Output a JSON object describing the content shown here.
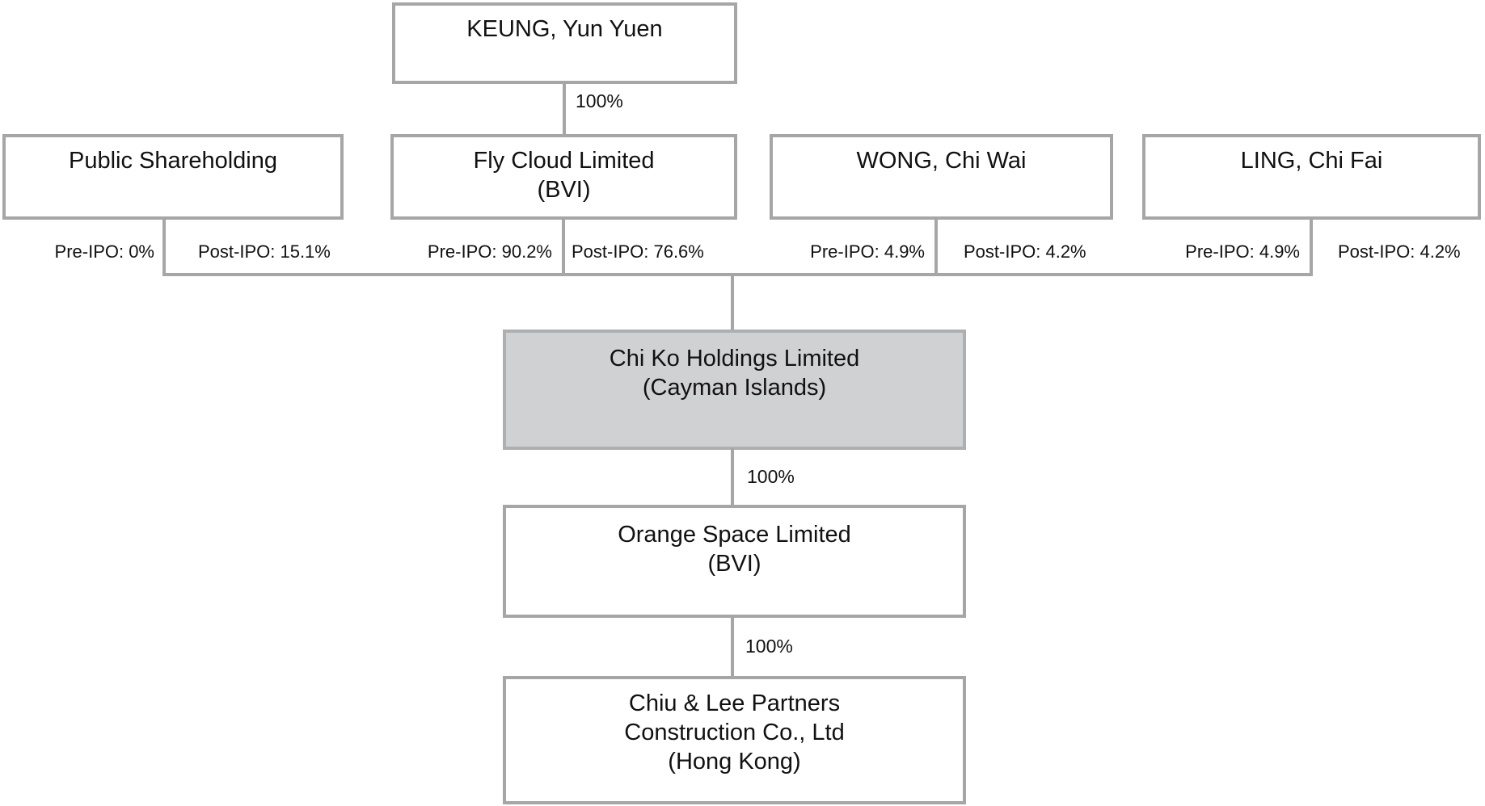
{
  "diagram": {
    "title": "Shareholding structure chart",
    "nodes": {
      "keung": {
        "lines": [
          "KEUNG, Yun Yuen"
        ]
      },
      "public": {
        "lines": [
          "Public Shareholding"
        ],
        "pre_ipo": "Pre-IPO: 0%",
        "post_ipo": "Post-IPO: 15.1%"
      },
      "flycloud": {
        "lines": [
          "Fly Cloud Limited",
          "(BVI)"
        ],
        "pre_ipo": "Pre-IPO: 90.2%",
        "post_ipo": "Post-IPO: 76.6%"
      },
      "wong": {
        "lines": [
          "WONG, Chi Wai"
        ],
        "pre_ipo": "Pre-IPO: 4.9%",
        "post_ipo": "Post-IPO: 4.2%"
      },
      "ling": {
        "lines": [
          "LING, Chi Fai"
        ],
        "pre_ipo": "Pre-IPO: 4.9%",
        "post_ipo": "Post-IPO: 4.2%"
      },
      "chiko": {
        "lines": [
          "Chi Ko Holdings Limited",
          "(Cayman Islands)"
        ],
        "highlighted": true
      },
      "orange": {
        "lines": [
          "Orange Space Limited",
          "(BVI)"
        ]
      },
      "chiulee": {
        "lines": [
          "Chiu & Lee Partners",
          "Construction Co., Ltd",
          "(Hong Kong)"
        ]
      }
    },
    "edges": {
      "keung_to_flycloud": "100%",
      "chiko_to_orange": "100%",
      "orange_to_chiulee": "100%"
    },
    "colors": {
      "connector_line": "#a6a6a6",
      "box_border": "#a6a6a6",
      "box_fill": "#ffffff",
      "holding_fill": "#d0d1d3",
      "holding_border": "#aeafb1",
      "text": "#111111"
    }
  }
}
